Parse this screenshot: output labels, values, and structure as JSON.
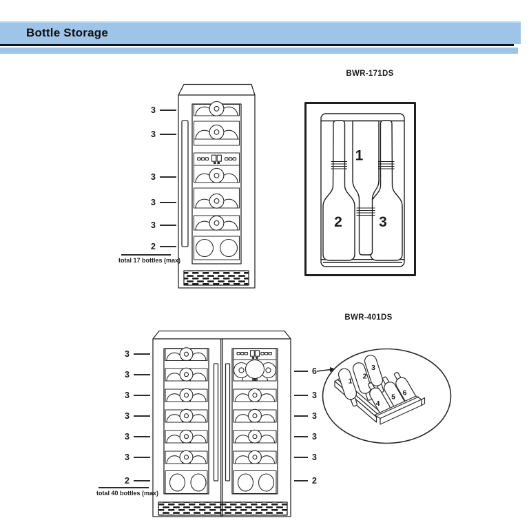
{
  "header": {
    "title": "Bottle Storage"
  },
  "top_unit": {
    "model": "BWR-171DS",
    "shelf_counts": [
      "3",
      "3",
      "3",
      "3",
      "3",
      "2"
    ],
    "total_caption": "total 17 bottles (max)",
    "detail_bottle_numbers": [
      "1",
      "2",
      "3"
    ]
  },
  "bottom_unit": {
    "model": "BWR-401DS",
    "left_shelf_counts": [
      "3",
      "3",
      "3",
      "3",
      "3",
      "3",
      "2"
    ],
    "right_shelf_counts": [
      "6",
      "3",
      "3",
      "3",
      "3",
      "2"
    ],
    "total_caption": "total 40 bottles (max)",
    "detail_bottle_numbers": [
      "1",
      "2",
      "3",
      "4",
      "5",
      "6"
    ]
  },
  "colors": {
    "header_blue": "#9ec4e7",
    "rule_black": "#141414",
    "ink": "#282828"
  }
}
